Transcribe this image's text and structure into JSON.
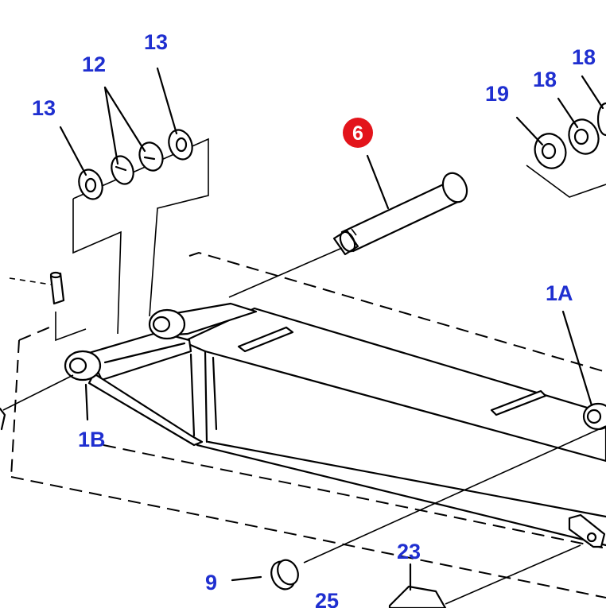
{
  "callouts": {
    "c13_top": "13",
    "c12": "12",
    "c13_left": "13",
    "c6": "6",
    "c19": "19",
    "c18_a": "18",
    "c18_b": "18",
    "c1A": "1A",
    "c1B": "1B",
    "c9": "9",
    "c23": "23",
    "c25": "25"
  },
  "colors": {
    "callout_text": "#1f2fd0",
    "highlight_badge": "#e3141b",
    "line": "#000000"
  }
}
